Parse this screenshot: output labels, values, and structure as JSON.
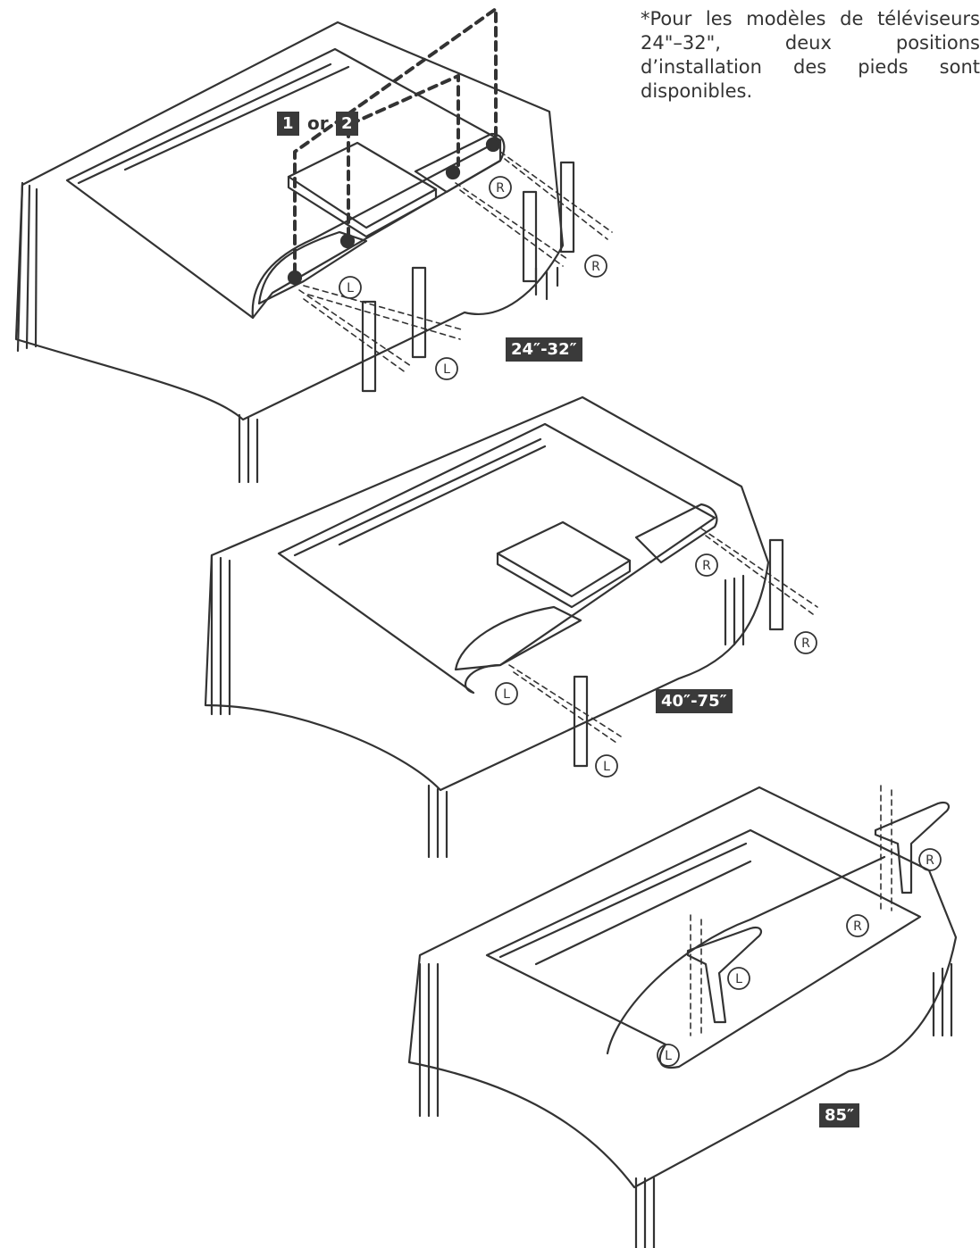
{
  "note": "*Pour les modèles de téléviseurs 24\"–32\", deux positions d’installation des pieds sont disponibles.",
  "sections": [
    {
      "size_label": "24″-32″"
    },
    {
      "size_label": "40″-75″"
    },
    {
      "size_label": "85″"
    }
  ],
  "position_choice": {
    "first": "1",
    "word": "or",
    "second": "2"
  },
  "markers": {
    "left": "L",
    "right": "R"
  },
  "colors": {
    "line": "#333333",
    "badge": "#3a3a3a"
  }
}
